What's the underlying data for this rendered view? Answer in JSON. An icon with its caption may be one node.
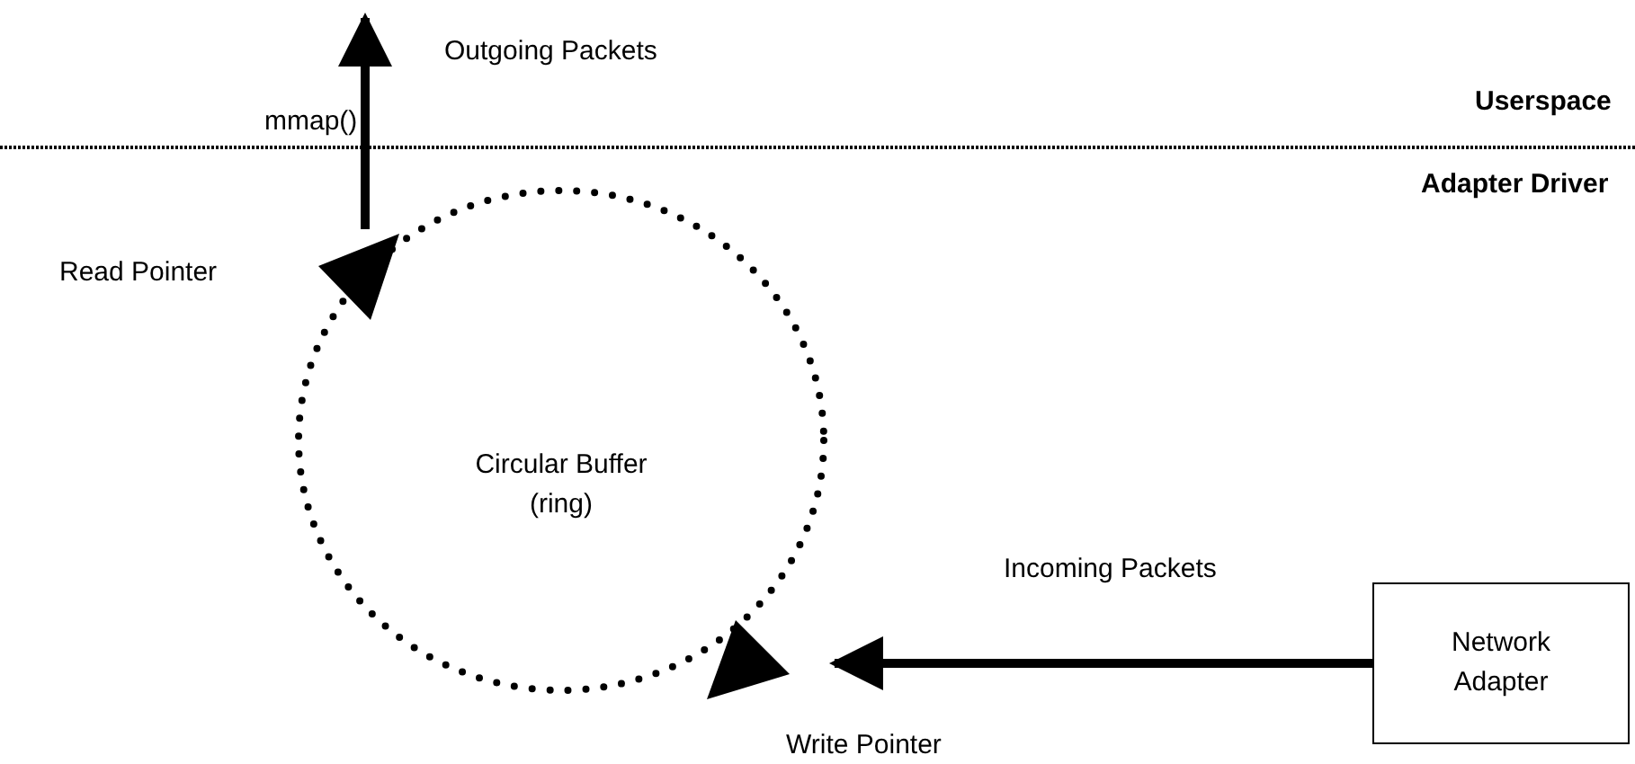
{
  "diagram": {
    "nodes": [
      {
        "text": [
          "Circular Buffer (ring)"
        ]
      },
      {
        "text": [
          "Network Adapter"
        ]
      }
    ],
    "edges": [
      {
        "from": 0,
        "to": null,
        "arrow": "to",
        "label": "Outgoing Packets"
      },
      {
        "from": 1,
        "to": 0,
        "arrow": "to",
        "label": "Incoming Packets"
      }
    ],
    "labels": [
      "mmap()",
      "Userspace",
      "Adapter Driver",
      "Read Pointer",
      "Write Pointer"
    ]
  }
}
